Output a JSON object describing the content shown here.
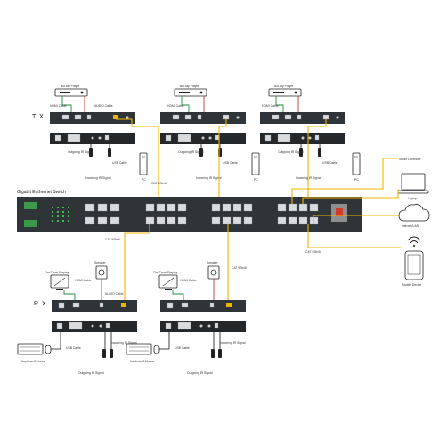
{
  "labels": {
    "tx": "T X",
    "rx": "R X",
    "switch": "Gigabit Enthernet Switch",
    "bluray": "Blu-ray Player",
    "hdmi_cable": "HDMI Cable",
    "audio_cable": "AUDIO Cable",
    "outgoing_ir": "Outgoing IR Signal",
    "incoming_ir": "Incoming IR Signal",
    "usb_cable": "USB Cable",
    "pc": "PC",
    "cat": "CAT 5/5e/6",
    "smart_controller": "Smart Controller",
    "laptop": "Laptop",
    "internet": "Internet/LAN",
    "mobile": "Mobile Device",
    "flat_panel": "Flat Panel Display",
    "speaker": "Speaker",
    "keyboard_mouse": "Keyboard&Mouse",
    "tx_hdmi_cable": "HDMI Cable",
    "rx_hdmi_cable": "HDMI Cable"
  },
  "colors": {
    "hdmi": "#1f8a3c",
    "audio": "#c0392b",
    "cat": "#f0b400",
    "device": "#2f3438"
  },
  "icons": [
    "bluray-player-icon",
    "pc-tower-icon",
    "ir-receiver-icon",
    "ir-emitter-icon",
    "laptop-icon",
    "cloud-icon",
    "wifi-icon",
    "mobile-phone-icon",
    "flat-panel-display-icon",
    "speaker-icon",
    "keyboard-mouse-icon",
    "usb-plug-icon"
  ]
}
